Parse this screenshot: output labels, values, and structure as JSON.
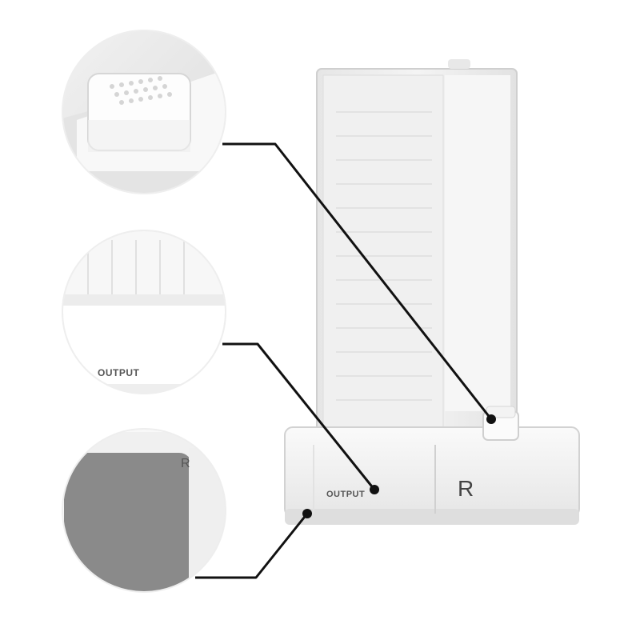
{
  "product": {
    "output_label": "OUTPUT",
    "logo_glyph": "R"
  },
  "callouts": [
    {
      "id": "push-button",
      "caption": ""
    },
    {
      "id": "output-slot",
      "caption": "OUTPUT"
    },
    {
      "id": "side-corner",
      "caption": "R"
    }
  ],
  "colors": {
    "background": "#ffffff",
    "body_white": "#f4f4f4",
    "shadow_grey": "#d9d9d9",
    "lid_translucent": "#eaeaea",
    "leader_line": "#111111",
    "dark_panel": "#8a8a8a"
  }
}
